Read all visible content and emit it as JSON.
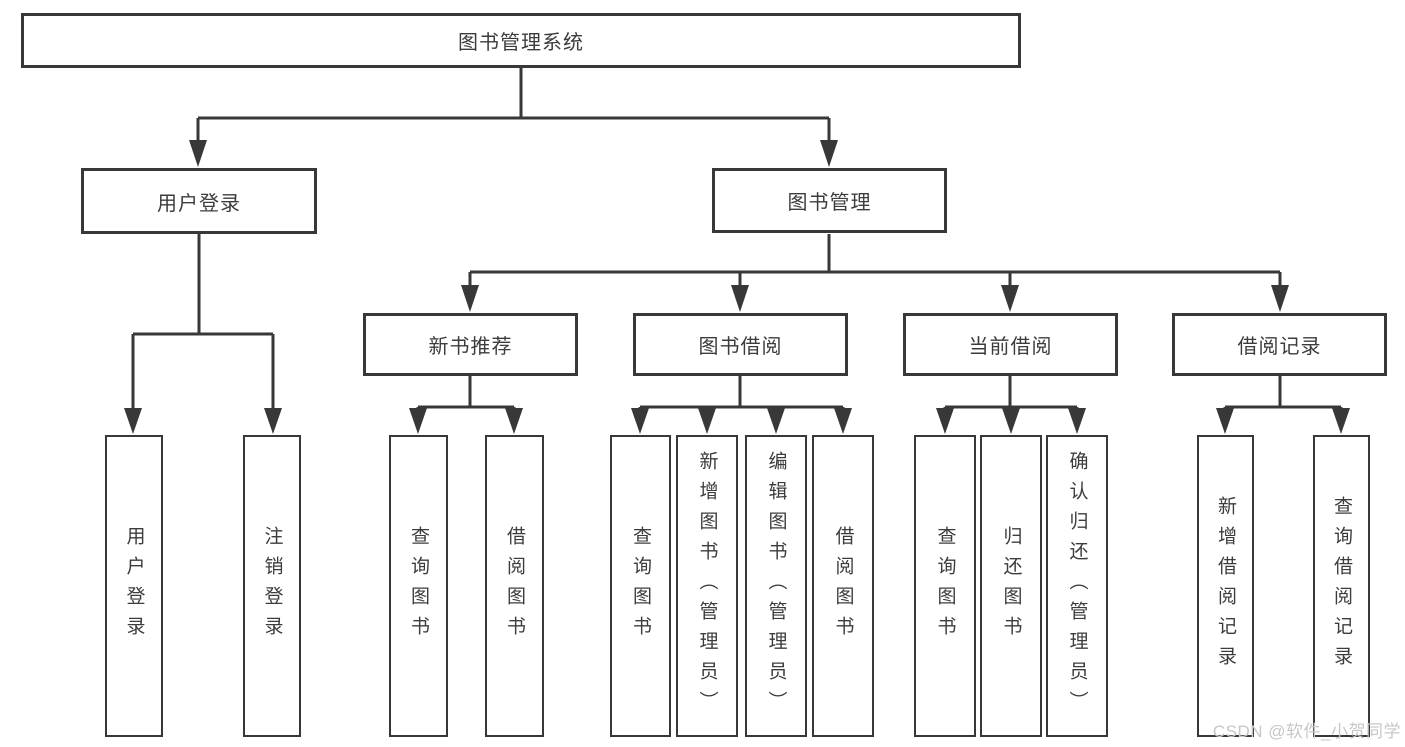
{
  "diagram": {
    "title": "图书管理系统",
    "root": {
      "label": "图书管理系统"
    },
    "level2": [
      {
        "id": "user-login",
        "label": "用户登录"
      },
      {
        "id": "book-management",
        "label": "图书管理"
      }
    ],
    "level3": [
      {
        "id": "new-book-recommend",
        "label": "新书推荐",
        "parent": "book-management"
      },
      {
        "id": "book-borrow",
        "label": "图书借阅",
        "parent": "book-management"
      },
      {
        "id": "current-borrow",
        "label": "当前借阅",
        "parent": "book-management"
      },
      {
        "id": "borrow-records",
        "label": "借阅记录",
        "parent": "book-management"
      }
    ],
    "leaves": [
      {
        "id": "user-login-leaf",
        "label": "用户登录",
        "parent": "user-login"
      },
      {
        "id": "logout-leaf",
        "label": "注销登录",
        "parent": "user-login"
      },
      {
        "id": "query-book-1",
        "label": "查询图书",
        "parent": "new-book-recommend"
      },
      {
        "id": "borrow-book-1",
        "label": "借阅图书",
        "parent": "new-book-recommend"
      },
      {
        "id": "query-book-2",
        "label": "查询图书",
        "parent": "book-borrow"
      },
      {
        "id": "add-book-admin",
        "label": "新增图书（管理员）",
        "parent": "book-borrow"
      },
      {
        "id": "edit-book-admin",
        "label": "编辑图书（管理员）",
        "parent": "book-borrow"
      },
      {
        "id": "borrow-book-2",
        "label": "借阅图书",
        "parent": "book-borrow"
      },
      {
        "id": "query-book-3",
        "label": "查询图书",
        "parent": "current-borrow"
      },
      {
        "id": "return-book",
        "label": "归还图书",
        "parent": "current-borrow"
      },
      {
        "id": "confirm-return-admin",
        "label": "确认归还（管理员）",
        "parent": "current-borrow"
      },
      {
        "id": "add-borrow-record",
        "label": "新增借阅记录",
        "parent": "borrow-records"
      },
      {
        "id": "query-borrow-record",
        "label": "查询借阅记录",
        "parent": "borrow-records"
      }
    ]
  },
  "watermark": {
    "text": "CSDN @软件_小贺同学"
  },
  "colors": {
    "line": "#383838",
    "border": "#383838",
    "text": "#3c3c3c",
    "background": "#ffffff",
    "watermark_text": "#c7c7c7"
  }
}
